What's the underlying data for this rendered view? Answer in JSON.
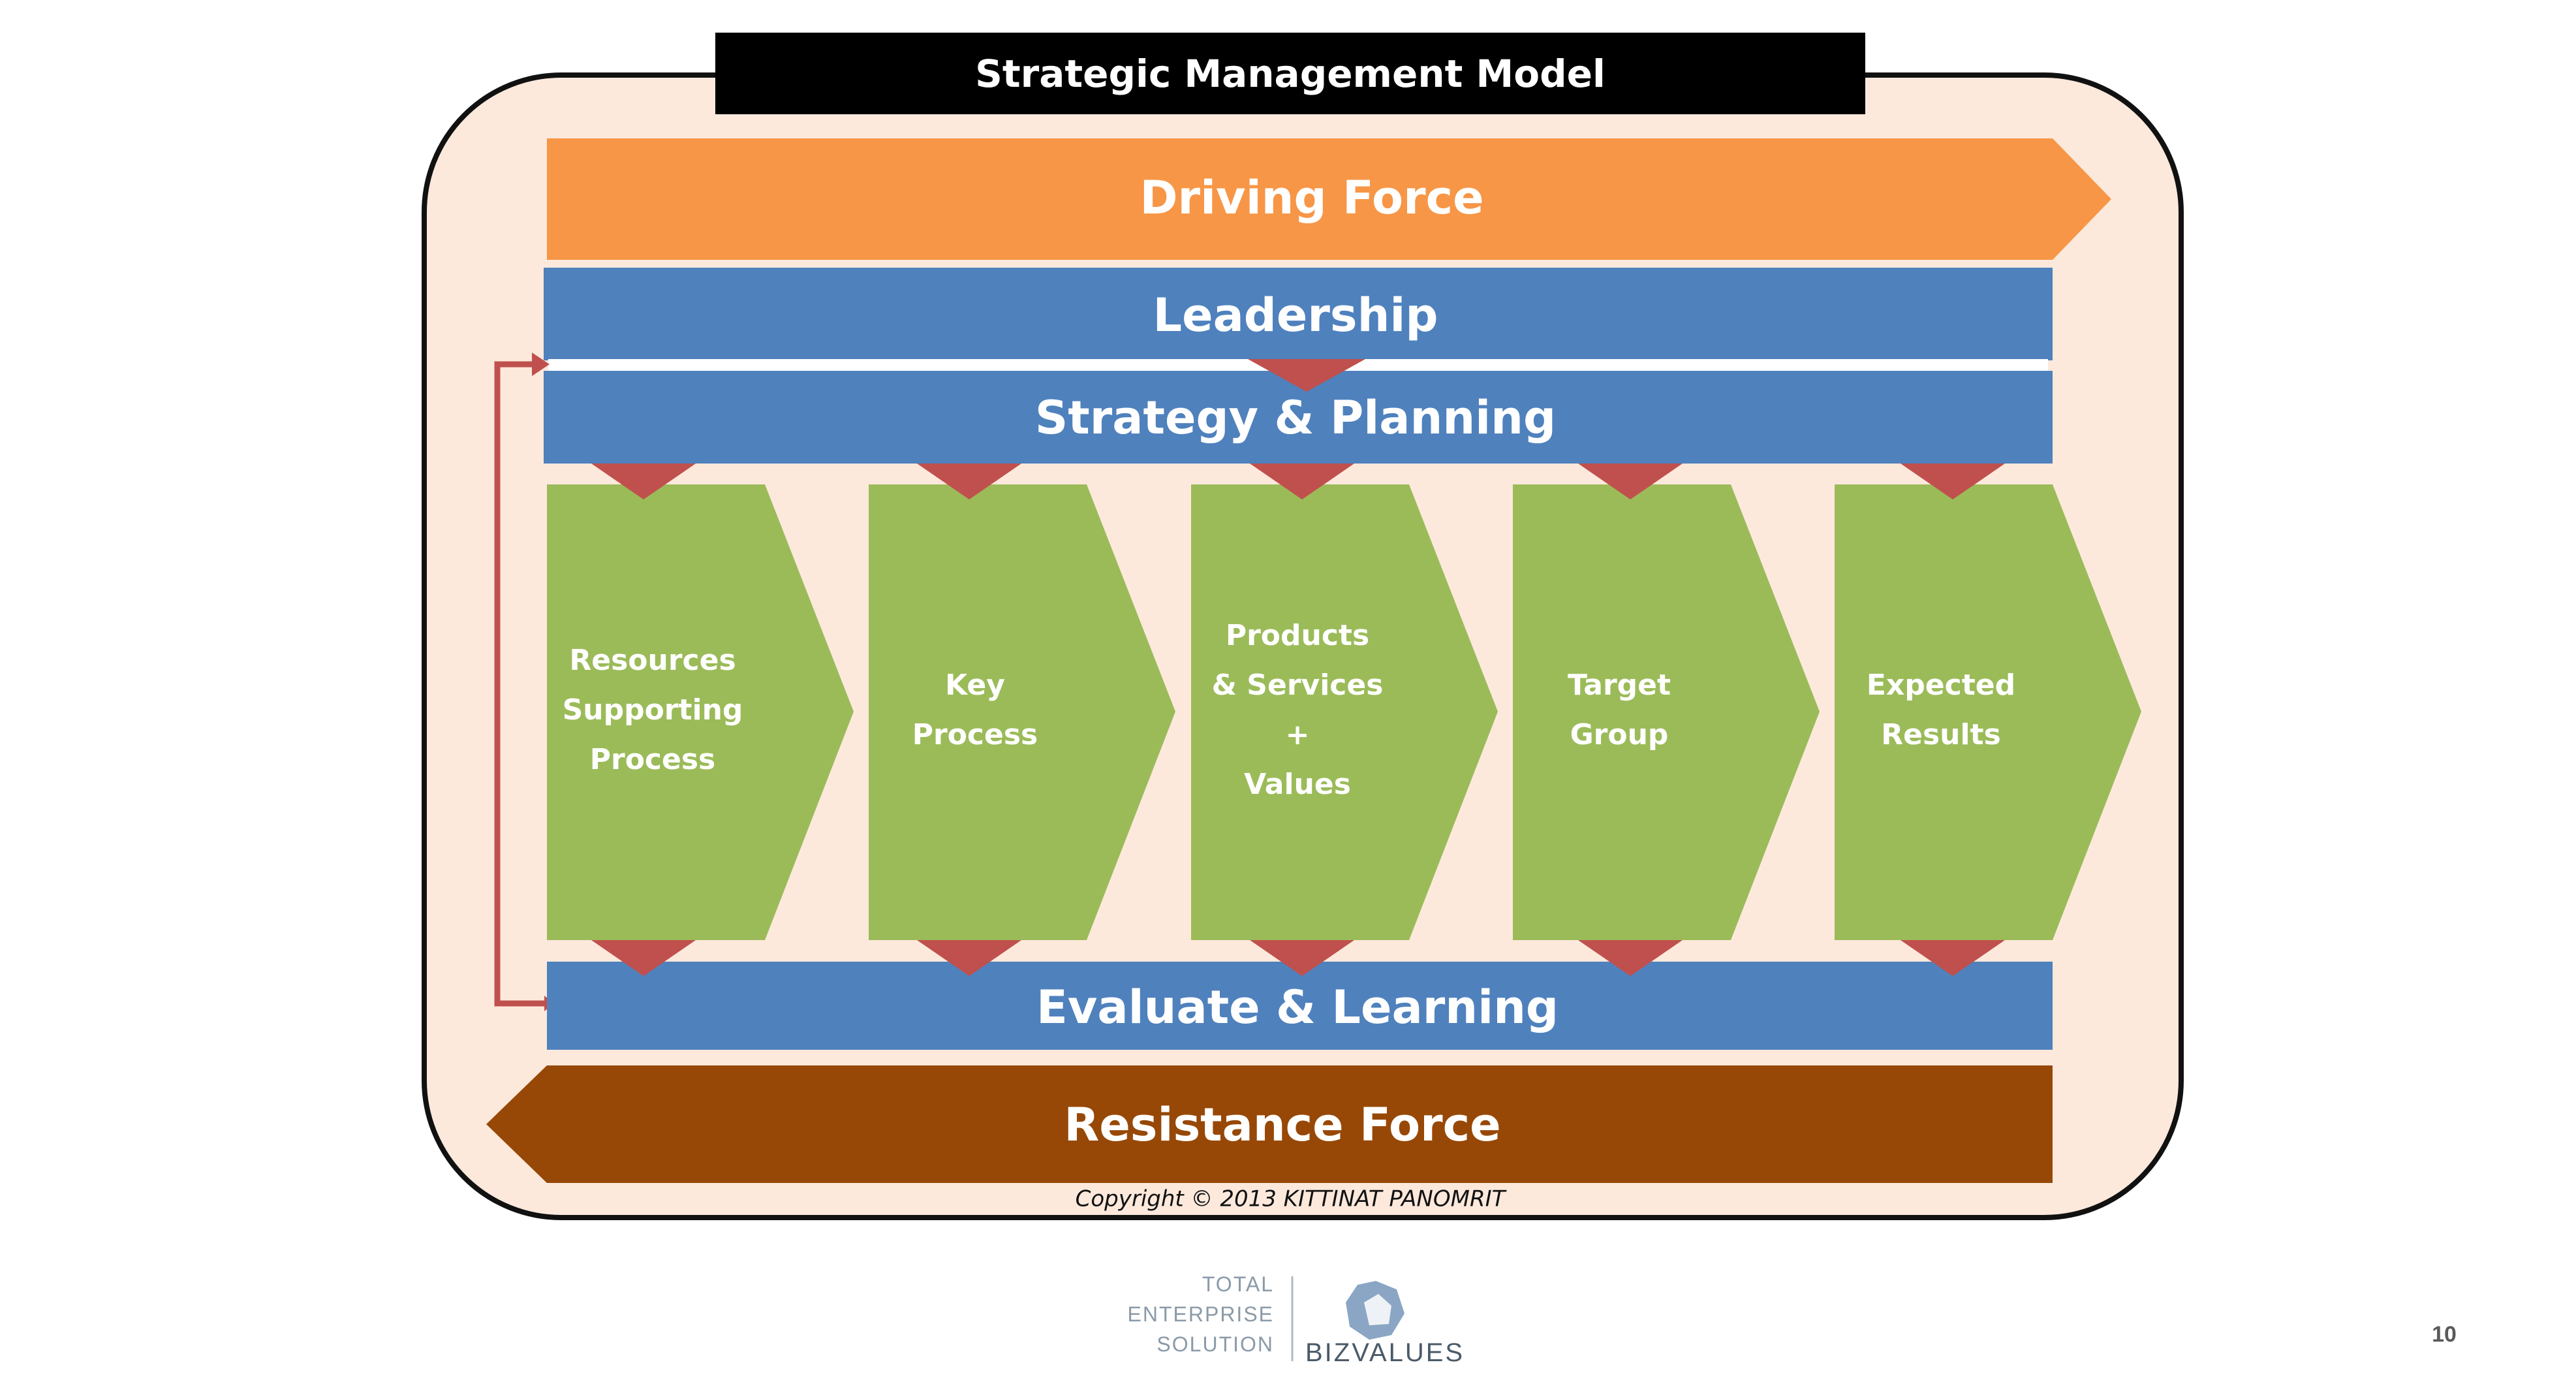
{
  "title": "Strategic Management Model",
  "driving_force": "Driving Force",
  "leadership": "Leadership",
  "strategy_planning": "Strategy  &  Planning",
  "stages": [
    {
      "lines": [
        "Resources",
        "Supporting",
        "Process"
      ]
    },
    {
      "lines": [
        "Key",
        "Process"
      ]
    },
    {
      "lines": [
        "Products",
        "& Services",
        "+",
        "Values"
      ]
    },
    {
      "lines": [
        "Target",
        "Group"
      ]
    },
    {
      "lines": [
        "Expected",
        "Results"
      ]
    }
  ],
  "evaluate_learning": "Evaluate  &  Learning",
  "resistance_force": "Resistance  Force",
  "copyright": "Copyright © 2013 KITTINAT PANOMRIT",
  "logo": {
    "tagline": [
      "TOTAL",
      "ENTERPRISE",
      "SOLUTION"
    ],
    "brand": "BIZVALUES"
  },
  "page_number": "10",
  "colors": {
    "background_panel": "#FCE9DC",
    "orange": "#F79646",
    "blue": "#4F81BD",
    "green": "#9BBB59",
    "red_marker": "#C0504D",
    "brown": "#974806",
    "title_bar": "#000000"
  }
}
